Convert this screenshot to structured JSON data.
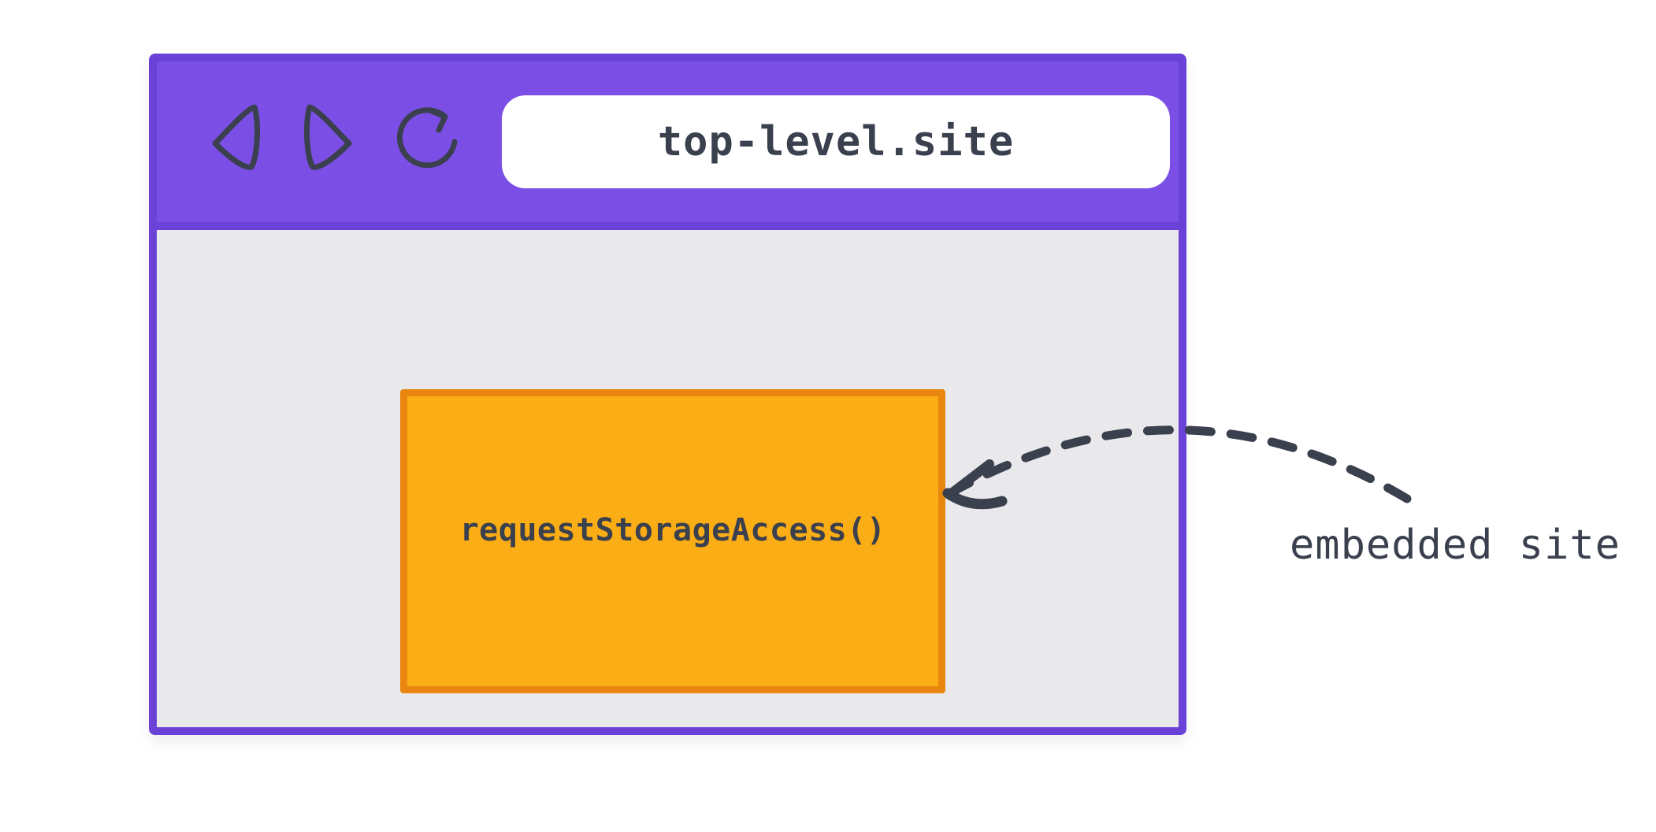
{
  "colors": {
    "page_bg": "#ffffff",
    "window_border": "#6A42D8",
    "toolbar_bg": "#7B4FE6",
    "address_bar_bg": "#ffffff",
    "content_bg": "#E9E9EB",
    "frame_bg": "#FBAD15",
    "frame_border": "#E8860D",
    "ink": "#3A404D"
  },
  "browser_window": {
    "toolbar": {
      "back_icon": "back-arrow",
      "forward_icon": "forward-arrow",
      "reload_icon": "reload-circular-arrow",
      "address_bar": {
        "value": "top-level.site"
      }
    },
    "content": {
      "embedded_frame": {
        "label": "requestStorageAccess()"
      }
    }
  },
  "annotation": {
    "arrow_icon": "dashed-curved-arrow",
    "label": "embedded site"
  }
}
